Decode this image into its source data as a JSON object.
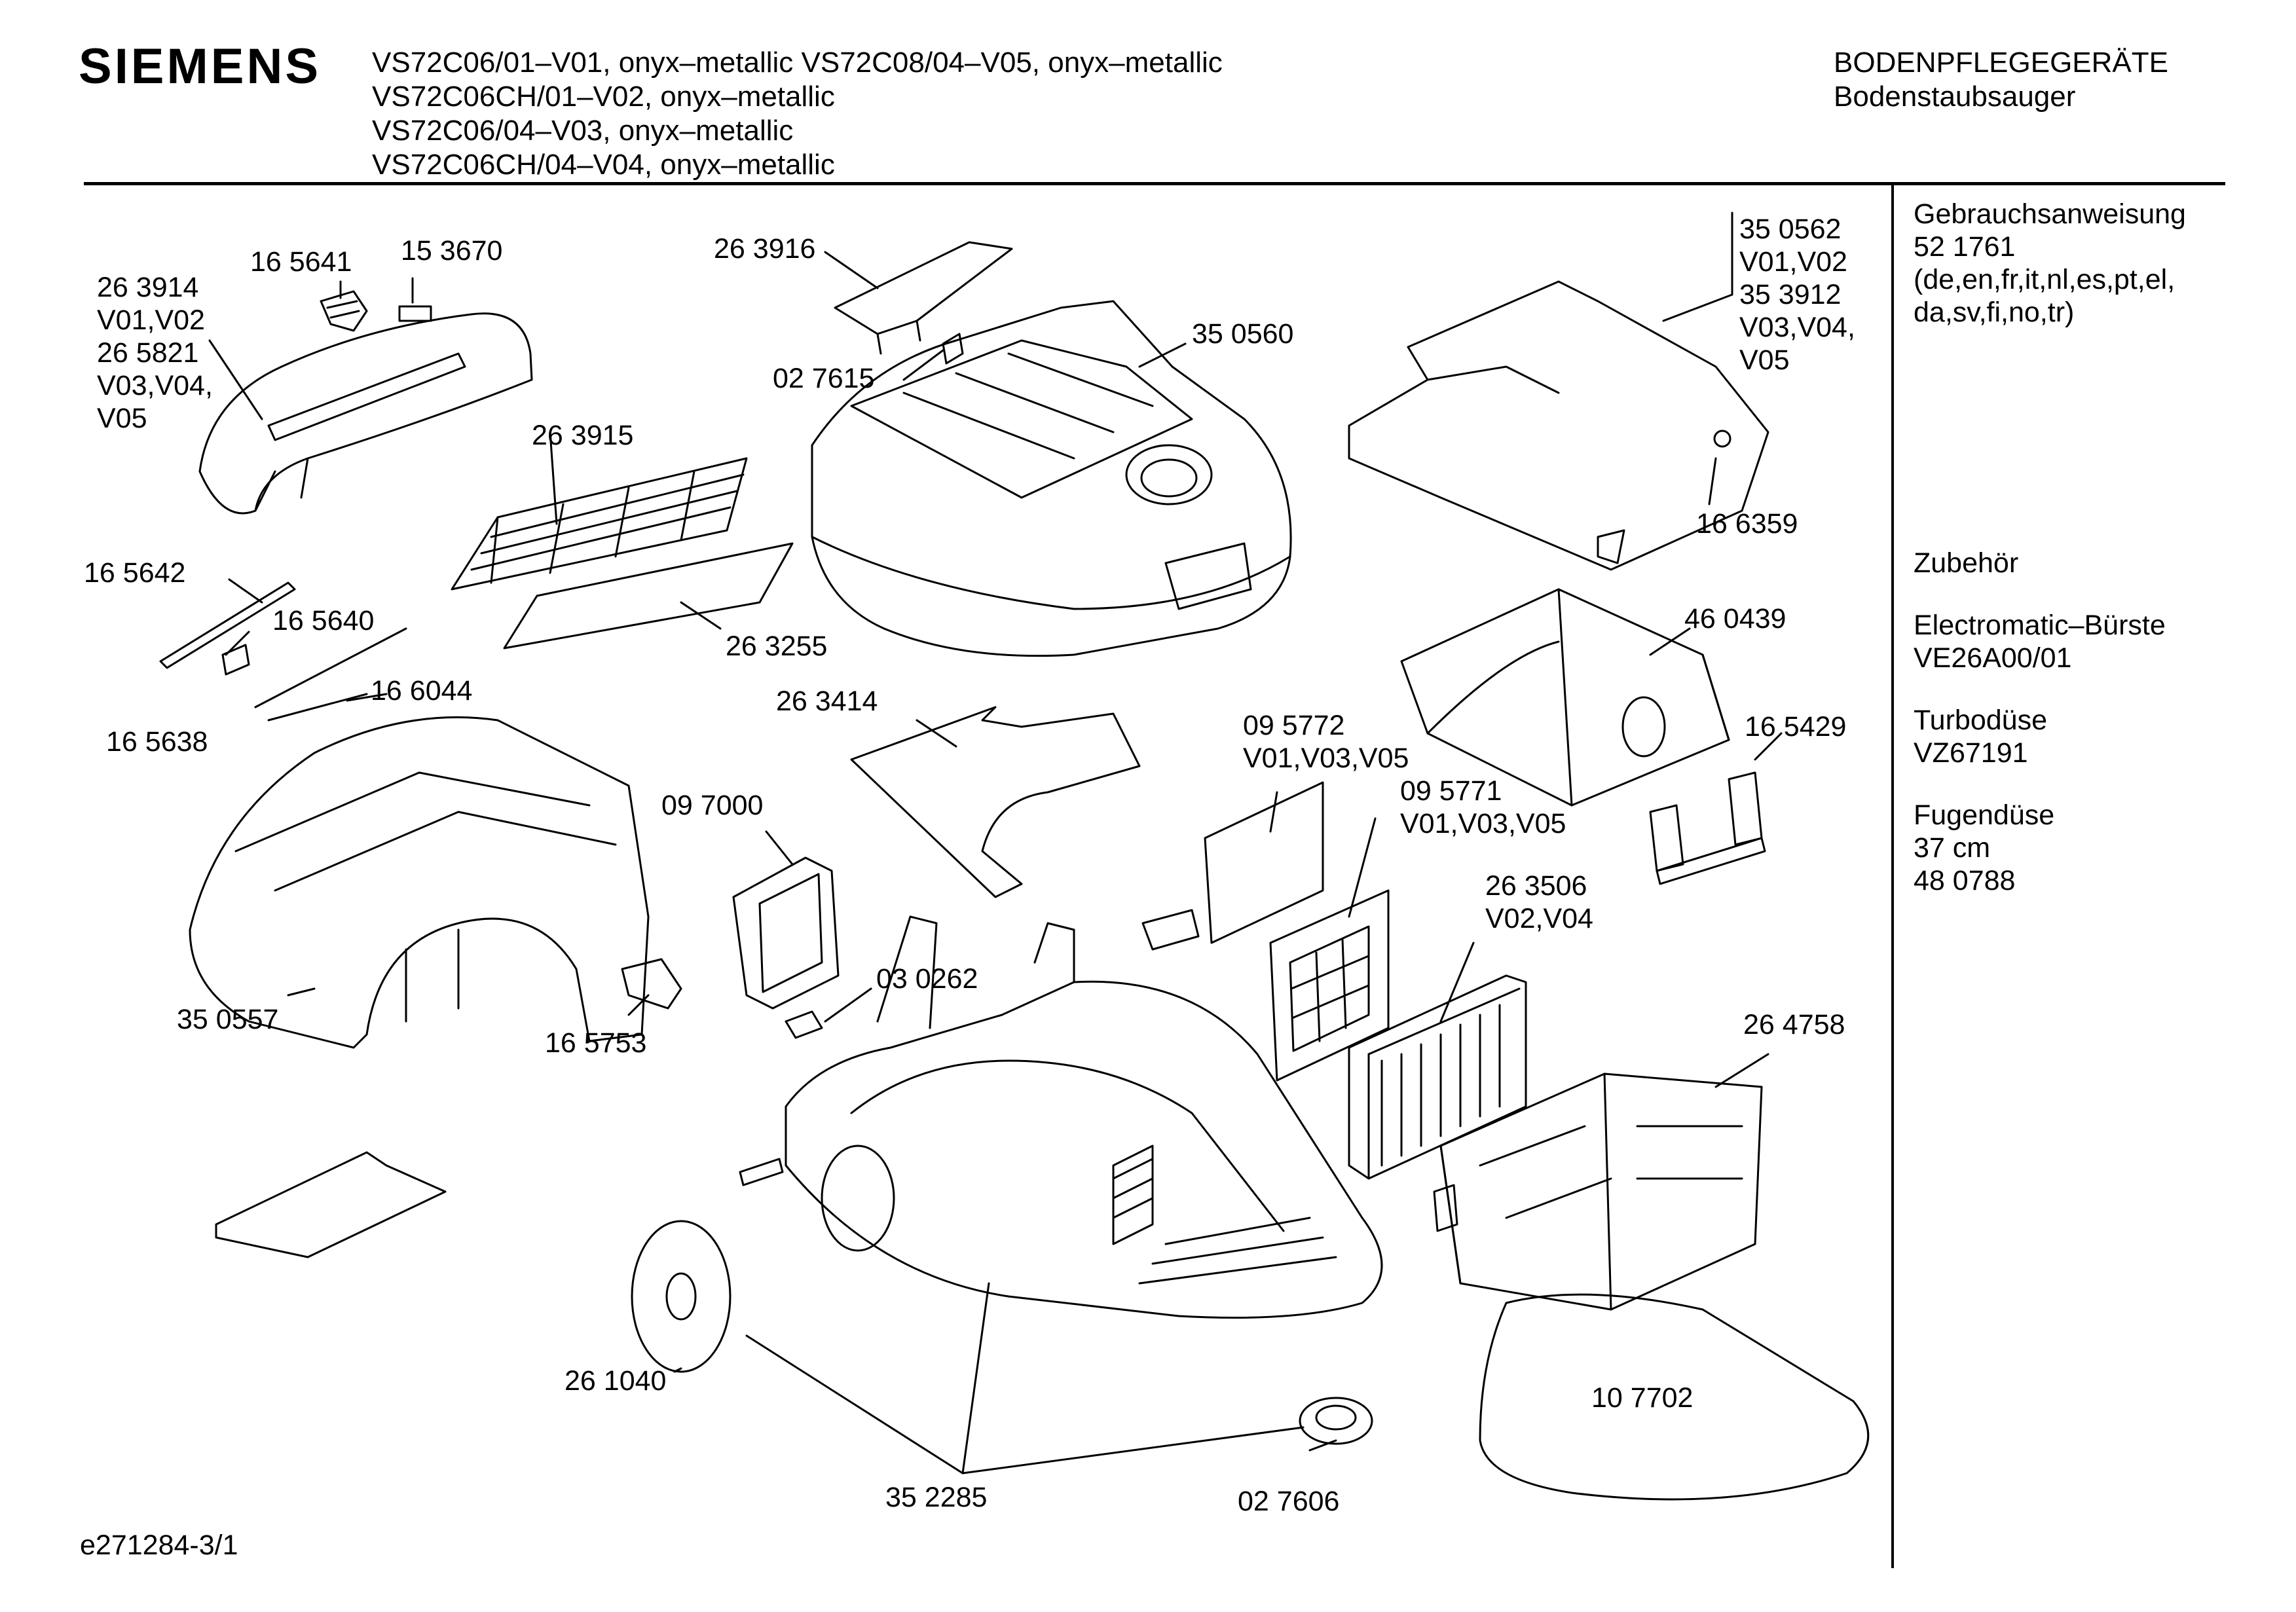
{
  "header": {
    "brand": "SIEMENS",
    "models": [
      "VS72C06/01–V01, onyx–metallic   VS72C08/04–V05, onyx–metallic",
      "VS72C06CH/01–V02, onyx–metallic",
      "VS72C06/04–V03, onyx–metallic",
      "VS72C06CH/04–V04, onyx–metallic"
    ],
    "category": "BODENPFLEGEGERÄTE",
    "subcategory": "Bodenstaubsauger"
  },
  "sidebar": {
    "manual_title": "Gebrauchsanweisung",
    "manual_number": "52 1761",
    "manual_langs_1": "(de,en,fr,it,nl,es,pt,el,",
    "manual_langs_2": "da,sv,fi,no,tr)",
    "accessories_title": "Zubehör",
    "acc1_name": "Electromatic–Bürste",
    "acc1_code": "VE26A00/01",
    "acc2_name": "Turbodüse",
    "acc2_code": "VZ67191",
    "acc3_name": "Fugendüse",
    "acc3_size": "37 cm",
    "acc3_code": "48 0788"
  },
  "parts": {
    "p263914": "26 3914",
    "p263914_var": "V01,V02",
    "p265821": "26 5821",
    "p265821_var1": "V03,V04,",
    "p265821_var2": "V05",
    "p165641": "16 5641",
    "p153670": "15 3670",
    "p263916": "26 3916",
    "p027615": "02 7615",
    "p350560": "35 0560",
    "p350562": "35 0562",
    "p350562_var": "V01,V02",
    "p353912": "35 3912",
    "p353912_var1": "V03,V04,",
    "p353912_var2": "V05",
    "p166359": "16 6359",
    "p263915": "26 3915",
    "p165642": "16 5642",
    "p165640": "16 5640",
    "p263255": "26 3255",
    "p166044": "16 6044",
    "p165638": "16 5638",
    "p263414": "26 3414",
    "p460439": "46 0439",
    "p165429": "16 5429",
    "p095772": "09 5772",
    "p095772_var": "V01,V03,V05",
    "p095771": "09 5771",
    "p095771_var": "V01,V03,V05",
    "p097000": "09 7000",
    "p263506": "26 3506",
    "p263506_var": "V02,V04",
    "p030262": "03 0262",
    "p350557": "35 0557",
    "p165753": "16 5753",
    "p264758": "26 4758",
    "p261040": "26 1040",
    "p107702": "10 7702",
    "p352285": "35 2285",
    "p027606": "02 7606"
  },
  "footer": {
    "doc_code": "e271284-3/1"
  }
}
